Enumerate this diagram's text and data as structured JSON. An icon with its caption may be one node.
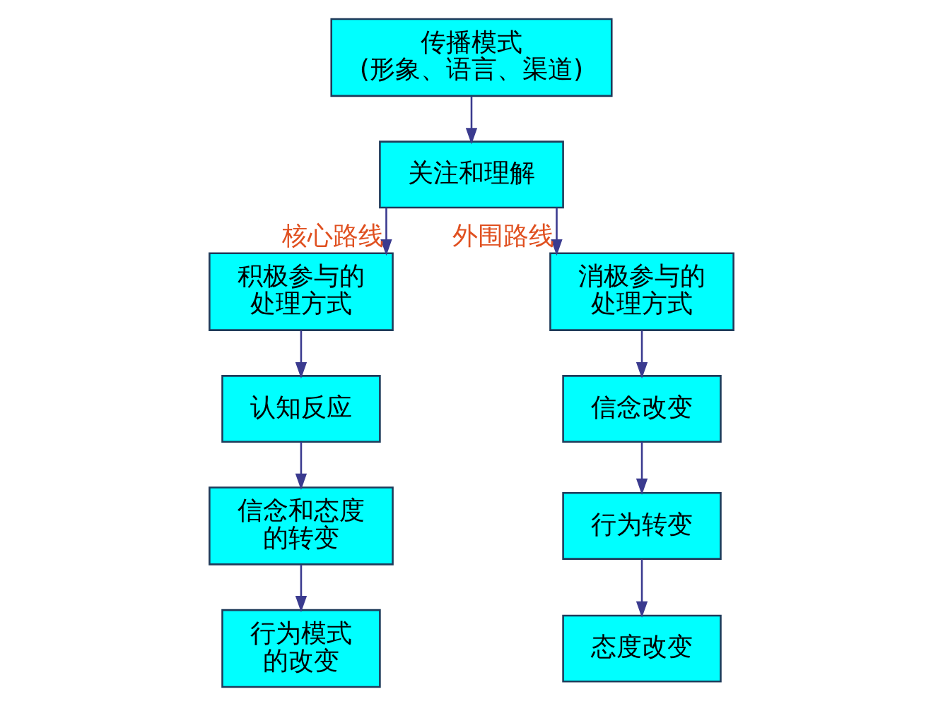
{
  "diagram": {
    "nodes": [
      {
        "text": [
          "传播模式",
          "(形象、语言、渠道)"
        ]
      },
      {
        "text": [
          "关注和理解"
        ]
      },
      {
        "text": [
          "积极参与的处理方式"
        ]
      },
      {
        "text": [
          "认知反应"
        ]
      },
      {
        "text": [
          "信念和态度的转变"
        ]
      },
      {
        "text": [
          "行为模式的改变"
        ]
      },
      {
        "text": [
          "消极参与的处理方式"
        ]
      },
      {
        "text": [
          "信念改变"
        ]
      },
      {
        "text": [
          "行为转变"
        ]
      },
      {
        "text": [
          "态度改变"
        ]
      }
    ],
    "edges": [
      {
        "from": 0,
        "to": 1,
        "arrow": "to"
      },
      {
        "from": 1,
        "to": 2,
        "arrow": "to",
        "label": "核心路线"
      },
      {
        "from": 2,
        "to": 3,
        "arrow": "to"
      },
      {
        "from": 3,
        "to": 4,
        "arrow": "to"
      },
      {
        "from": 4,
        "to": 5,
        "arrow": "to"
      },
      {
        "from": 1,
        "to": 6,
        "arrow": "to",
        "label": "外围路线"
      },
      {
        "from": 6,
        "to": 7,
        "arrow": "to"
      },
      {
        "from": 7,
        "to": 8,
        "arrow": "to"
      },
      {
        "from": 8,
        "to": 9,
        "arrow": "to"
      }
    ]
  }
}
